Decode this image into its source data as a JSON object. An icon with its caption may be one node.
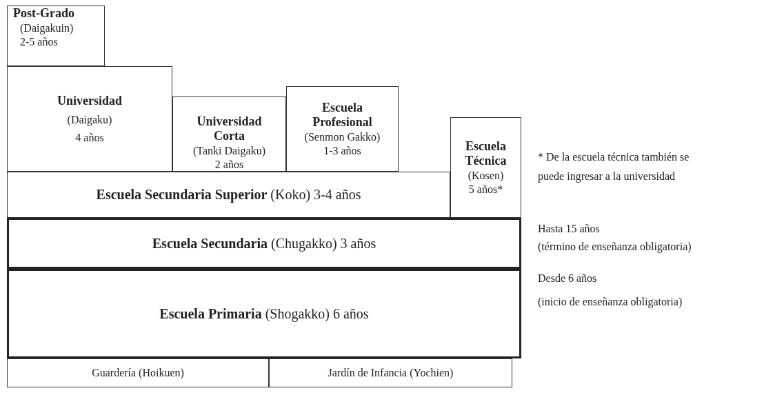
{
  "diagram": {
    "nodes": [
      {
        "text": [
          "Post-Grado",
          "(Daigakuin)",
          "2-5 años"
        ]
      },
      {
        "text": [
          "Universidad",
          "(Daigaku)",
          "4 años"
        ]
      },
      {
        "text": [
          "Universidad Corta",
          "(Tanki Daigaku)",
          "2 años"
        ]
      },
      {
        "text": [
          "Escuela Profesional",
          "(Senmon Gakko)",
          "1-3 años"
        ]
      },
      {
        "text": [
          "Escuela Técnica",
          "(Kosen)",
          "5 años*"
        ]
      },
      {
        "text": [
          "**Escuela Secundaria Superior** (Koko) 3-4 años"
        ]
      },
      {
        "text": [
          "**Escuela Secundaria** (Chugakko) 3 años"
        ]
      },
      {
        "text": [
          "**Escuela Primaria** (Shogakko) 6 años"
        ]
      },
      {
        "text": [
          "Guardería (Hoikuen)"
        ]
      },
      {
        "text": [
          "Jardín de Infancia (Yochien)"
        ]
      }
    ],
    "edges": [],
    "labels": [
      "* De la escuela técnica también se puede ingresar a la universidad",
      "Hasta 15 años",
      "(término de enseñanza obligatoria)",
      "Desde 6 años",
      "(inicio de enseñanza obligatoria)"
    ]
  }
}
